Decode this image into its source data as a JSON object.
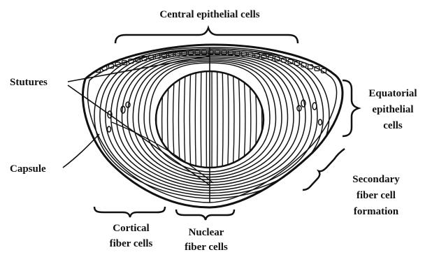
{
  "labels": {
    "central": "Central epithelial cells",
    "stutures": "Stutures",
    "capsule": "Capsule",
    "equatorial": [
      "Equatorial",
      "epithelial",
      "cells"
    ],
    "secondary": [
      "Secondary",
      "fiber cell",
      "formation"
    ],
    "cortical": [
      "Cortical",
      "fiber cells"
    ],
    "nuclear": [
      "Nuclear",
      "fiber cells"
    ]
  },
  "colors": {
    "ink": "#111111",
    "background": "#ffffff"
  }
}
